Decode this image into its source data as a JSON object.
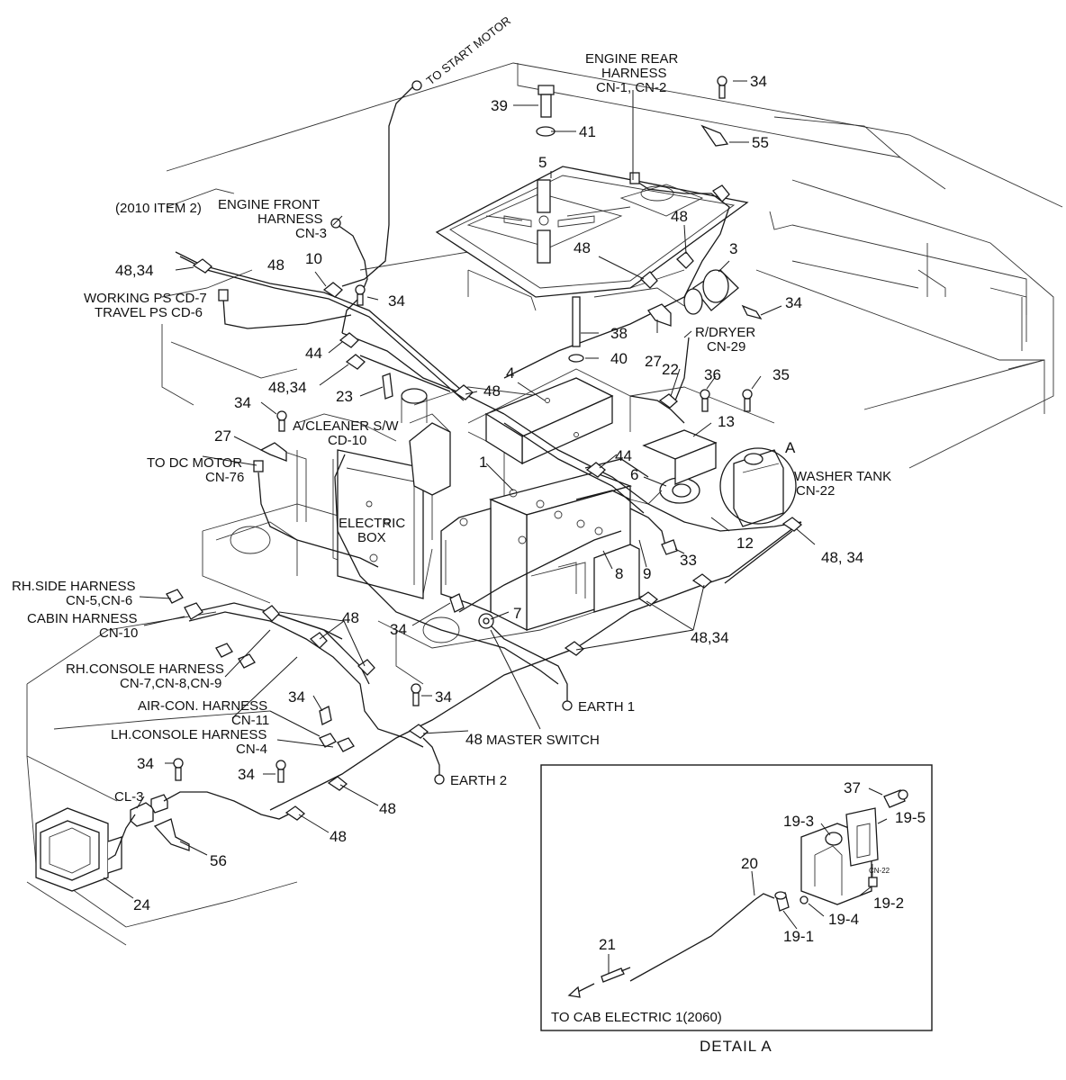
{
  "callouts": {
    "to_start_motor": "TO START MOTOR",
    "engine_rear_harness_1": "ENGINE REAR",
    "engine_rear_harness_2": "HARNESS",
    "engine_rear_harness_3": "CN-1, CN-2",
    "item_2010": "(2010 ITEM 2)",
    "engine_front_harness_1": "ENGINE FRONT",
    "engine_front_harness_2": "HARNESS",
    "engine_front_harness_3": "CN-3",
    "working_ps": "WORKING PS CD-7",
    "travel_ps": "TRAVEL PS CD-6",
    "r_dryer_1": "R/DRYER",
    "r_dryer_2": "CN-29",
    "a_cleaner_1": "A/CLEANER S/W",
    "a_cleaner_2": "CD-10",
    "to_dc_motor_1": "TO DC MOTOR",
    "to_dc_motor_2": "CN-76",
    "electric_box_1": "ELECTRIC",
    "electric_box_2": "BOX",
    "washer_tank_1": "WASHER TANK",
    "washer_tank_2": "CN-22",
    "rh_side_1": "RH.SIDE HARNESS",
    "rh_side_2": "CN-5,CN-6",
    "cabin_1": "CABIN HARNESS",
    "cabin_2": "CN-10",
    "rh_console_1": "RH.CONSOLE HARNESS",
    "rh_console_2": "CN-7,CN-8,CN-9",
    "air_con_1": "AIR-CON. HARNESS",
    "air_con_2": "CN-11",
    "lh_console_1": "LH.CONSOLE HARNESS",
    "lh_console_2": "CN-4",
    "earth_1": "EARTH 1",
    "earth_2": "EARTH 2",
    "master_switch": "MASTER SWITCH",
    "cl_3": "CL-3",
    "detail_a_marker": "A",
    "to_cab_electric": "TO CAB ELECTRIC 1(2060)",
    "detail_a_title": "DETAIL  A",
    "cn_22_small": "CN-22"
  },
  "part_numbers": {
    "p39": "39",
    "p41": "41",
    "p5": "5",
    "p34_top": "34",
    "p55": "55",
    "p48_a": "48",
    "p48_b": "48",
    "p3": "3",
    "p34_right": "34",
    "p48_34_top": "48,34",
    "p10": "10",
    "p48_c": "48",
    "p34_c": "34",
    "p38": "38",
    "p27_a": "27",
    "p44_a": "44",
    "p48_34_mid": "48,34",
    "p40": "40",
    "p4": "4",
    "p48_d": "48",
    "p23": "23",
    "p22": "22",
    "p36": "36",
    "p35": "35",
    "p34_d": "34",
    "p13": "13",
    "p27_b": "27",
    "p44_b": "44",
    "p1": "1",
    "p6": "6",
    "p12": "12",
    "p48_34_right": "48, 34",
    "p33": "33",
    "p8": "8",
    "p9": "9",
    "p48_e": "48",
    "p7": "7",
    "p34_e": "34",
    "p48_34_low": "48,34",
    "p34_f": "34",
    "p34_g": "34",
    "p48_f": "48",
    "p34_h": "34",
    "p34_i": "34",
    "p48_g": "48",
    "p48_h": "48",
    "p56": "56",
    "p24": "24",
    "p37": "37",
    "p19_3": "19-3",
    "p19_5": "19-5",
    "p20": "20",
    "p19_2": "19-2",
    "p19_4": "19-4",
    "p19_1": "19-1",
    "p21": "21"
  }
}
